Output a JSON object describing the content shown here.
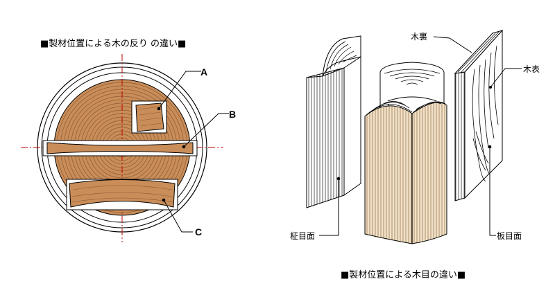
{
  "left_title": "■製材位置による木の反り の違い■",
  "right_title": "■製材位置による木目の違い■",
  "labels": {
    "a": "A",
    "b": "B",
    "c": "C",
    "kiura": "木裏",
    "kiomote": "木表",
    "masame": "柾目面",
    "itame": "板目面"
  },
  "colors": {
    "wood": "#c98d59",
    "ring": "#8a5a34",
    "axis": "#c00000",
    "board_fill": "#f2ece4"
  }
}
